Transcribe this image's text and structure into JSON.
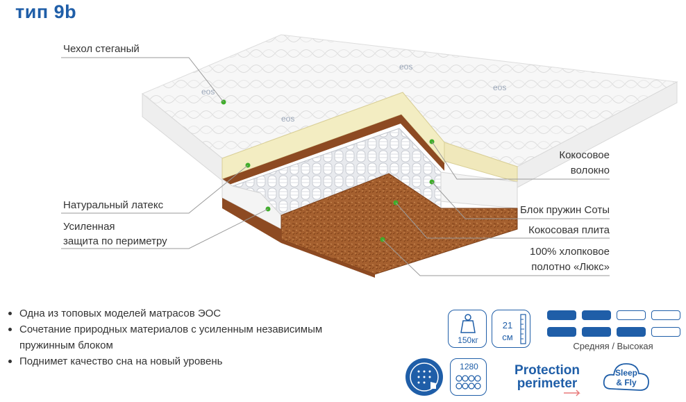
{
  "title": "тип 9b",
  "callouts": {
    "cover": "Чехол стеганый",
    "latex": "Натуральный латекс",
    "perimeter_line1": "Усиленная",
    "perimeter_line2": "защита по периметру",
    "coconut_fiber_line1": "Кокосовое",
    "coconut_fiber_line2": "волокно",
    "spring_block": "Блок пружин Соты",
    "coconut_plate": "Кокосовая плита",
    "fabric_line1": "100% хлопковое",
    "fabric_line2": "полотно «Люкс»"
  },
  "mattress_brand_marks": [
    "eos",
    "eos",
    "eos",
    "eos"
  ],
  "features": [
    "Одна из топовых моделей матрасов ЭОС",
    "Сочетание природных материалов с усиленным независимым",
    "пружинным блоком",
    "Поднимет качество сна на новый уровень"
  ],
  "specs": {
    "max_load": "150кг",
    "height_value": "21",
    "height_unit": "см",
    "spring_count": "1280",
    "firmness_label": "Средняя / Высокая",
    "firmness_side_a_level": 2,
    "firmness_side_b_level": 3,
    "firmness_max": 4
  },
  "badges": {
    "protection_line1": "Protection",
    "protection_line2": "perimeter",
    "sleep_line1": "Sleep",
    "sleep_line2": "& Fly"
  },
  "colors": {
    "brand_blue": "#1f5ea8",
    "latex": "#f3edc2",
    "coconut": "#a0582b",
    "callout_dot": "#3fae2a"
  }
}
